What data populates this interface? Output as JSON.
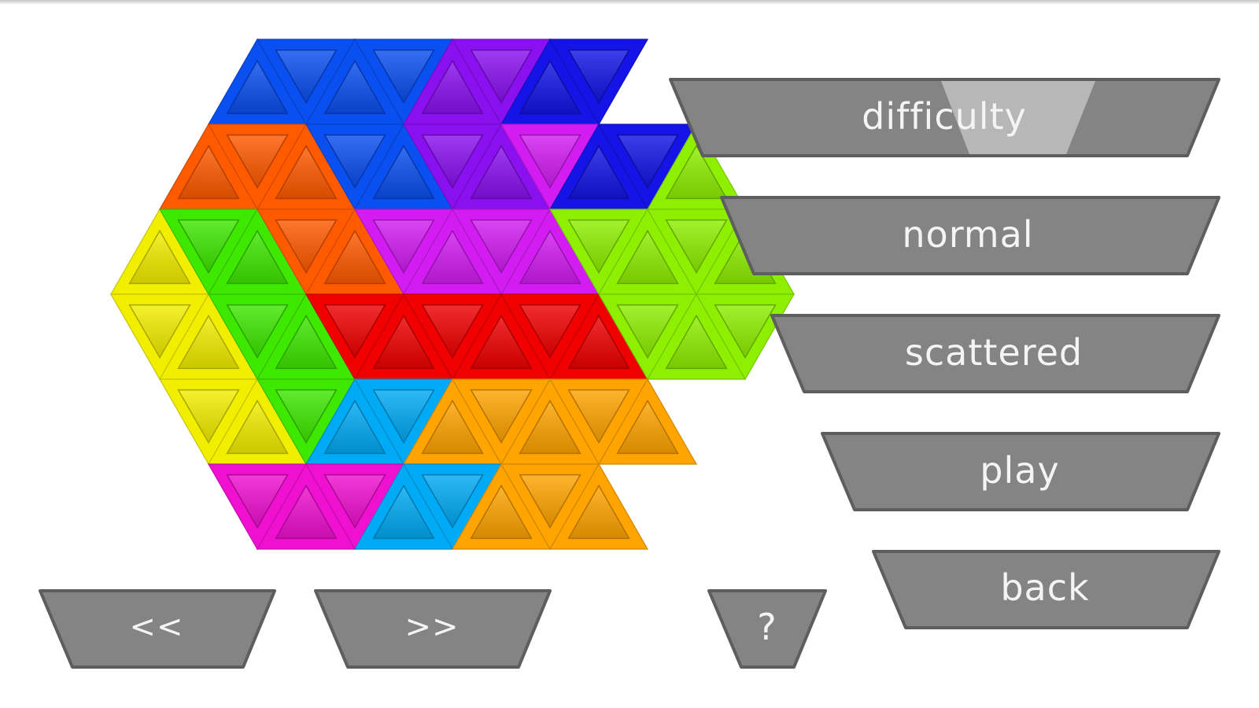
{
  "colors": {
    "button_fill": "#848484",
    "button_edge": "#5e5e5e",
    "button_shadow": "#6a6a6a",
    "button_text": "#f4f4f4",
    "highlight": "#c8c8c8"
  },
  "menu": {
    "difficulty_label": "difficulty",
    "mode_label": "normal",
    "layout_label": "scattered",
    "play_label": "play",
    "back_label": "back"
  },
  "nav": {
    "prev_label": "<<",
    "next_label": ">>",
    "help_label": "?"
  },
  "puzzle": {
    "shape": "hexagon",
    "pieces": [
      {
        "name": "blue",
        "color": "#0a4ff0"
      },
      {
        "name": "purple",
        "color": "#8a10f0"
      },
      {
        "name": "dark-blue",
        "color": "#1414e6"
      },
      {
        "name": "orange-red",
        "color": "#ff5a00"
      },
      {
        "name": "magenta",
        "color": "#d21cf2"
      },
      {
        "name": "lime",
        "color": "#8ef000"
      },
      {
        "name": "yellow",
        "color": "#f2ee00"
      },
      {
        "name": "green",
        "color": "#3ee800"
      },
      {
        "name": "red",
        "color": "#f00000"
      },
      {
        "name": "pink",
        "color": "#f010d0"
      },
      {
        "name": "sky-blue",
        "color": "#00aaf4"
      },
      {
        "name": "orange",
        "color": "#ffa400"
      }
    ],
    "grid": [
      [
        "",
        "",
        "",
        "blue",
        "blue",
        "blue",
        "blue",
        "purple",
        "purple",
        "dark-blue",
        "dark-blue",
        "",
        "",
        "",
        ""
      ],
      [
        "",
        "",
        "orange-red",
        "orange-red",
        "orange-red",
        "blue",
        "blue",
        "purple",
        "purple",
        "magenta",
        "dark-blue",
        "dark-blue",
        "lime",
        "",
        ""
      ],
      [
        "",
        "yellow",
        "green",
        "green",
        "orange-red",
        "orange-red",
        "magenta",
        "magenta",
        "magenta",
        "magenta",
        "lime",
        "lime",
        "lime",
        "lime",
        ""
      ],
      [
        "",
        "yellow",
        "yellow",
        "green",
        "green",
        "red",
        "red",
        "red",
        "red",
        "red",
        "red",
        "lime",
        "lime",
        "lime",
        ""
      ],
      [
        "",
        "",
        "yellow",
        "yellow",
        "green",
        "sky-blue",
        "sky-blue",
        "orange",
        "orange",
        "orange",
        "orange",
        "orange",
        "",
        "",
        ""
      ],
      [
        "",
        "",
        "",
        "pink",
        "pink",
        "pink",
        "sky-blue",
        "sky-blue",
        "orange",
        "orange",
        "orange",
        "",
        "",
        "",
        ""
      ]
    ]
  }
}
